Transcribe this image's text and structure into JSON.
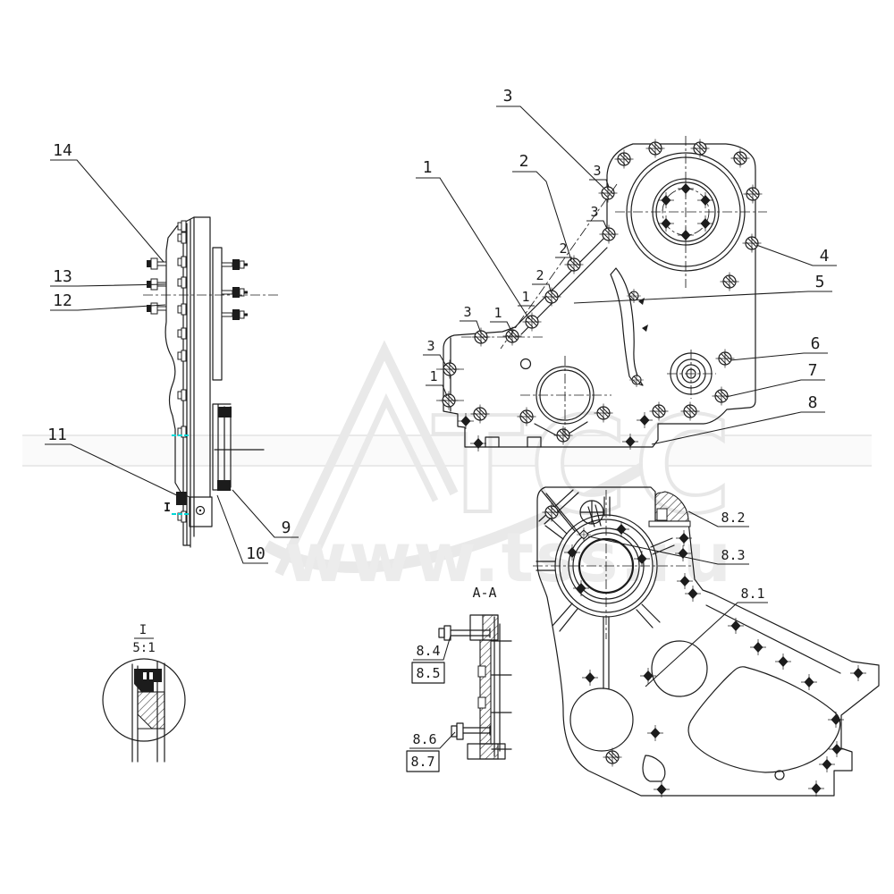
{
  "colors": {
    "ink": "#1c1c1c",
    "accent_cyan": "#00d8d8",
    "watermark": "#e9e9e9"
  },
  "watermark": {
    "logo": "TCC",
    "url": "www.tss.ru"
  },
  "side_view": {
    "callouts": [
      {
        "label": "14"
      },
      {
        "label": "13"
      },
      {
        "label": "12"
      },
      {
        "label": "11"
      },
      {
        "label": "9"
      },
      {
        "label": "10"
      }
    ],
    "detail_marker": "I"
  },
  "detail_view": {
    "numerator": "I",
    "denominator": "5:1"
  },
  "front_view": {
    "callouts": [
      {
        "label": "1"
      },
      {
        "label": "2"
      },
      {
        "label": "3"
      },
      {
        "label": "4"
      },
      {
        "label": "5"
      },
      {
        "label": "6"
      },
      {
        "label": "7"
      },
      {
        "label": "8"
      }
    ],
    "repeat_callouts": [
      {
        "label": "3"
      },
      {
        "label": "3"
      },
      {
        "label": "2"
      },
      {
        "label": "2"
      },
      {
        "label": "1"
      },
      {
        "label": "1"
      },
      {
        "label": "3"
      },
      {
        "label": "3"
      },
      {
        "label": "1"
      }
    ]
  },
  "rear_view": {
    "callouts": [
      {
        "label": "8.2"
      },
      {
        "label": "8.3"
      },
      {
        "label": "8.1"
      }
    ]
  },
  "section_view": {
    "title": "A-A",
    "callouts": [
      {
        "label": "8.4"
      },
      {
        "label": "8.5"
      },
      {
        "label": "8.6"
      },
      {
        "label": "8.7"
      }
    ]
  }
}
